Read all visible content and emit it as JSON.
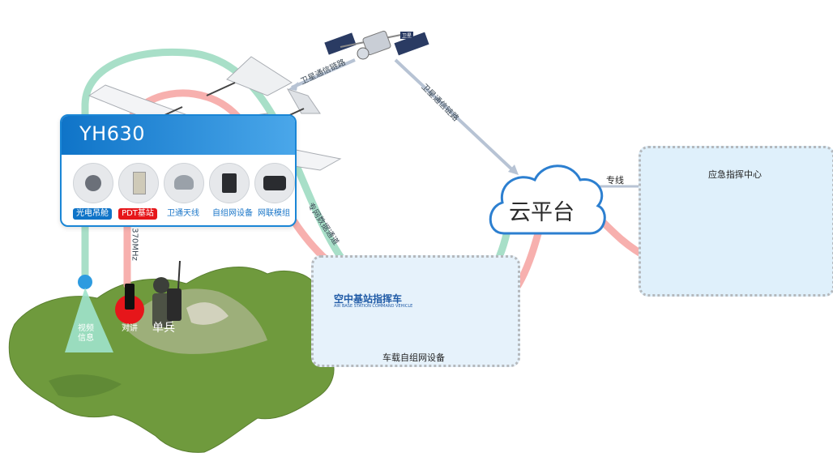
{
  "title": "YH630",
  "payloads": [
    {
      "label": "光电吊舱",
      "style": "blue",
      "icon": "gimbal-camera-icon"
    },
    {
      "label": "PDT基站",
      "style": "red",
      "icon": "base-station-icon"
    },
    {
      "label": "卫通天线",
      "style": "txt",
      "icon": "satcom-antenna-icon"
    },
    {
      "label": "自组网设备",
      "style": "txt",
      "icon": "mesh-radio-icon"
    },
    {
      "label": "网联模组",
      "style": "txt",
      "icon": "network-module-icon"
    }
  ],
  "links": {
    "satellite_uplink": "卫星通信链路",
    "satellite_downlink": "卫星通信链路",
    "dedicated_link": "专网数据通道",
    "leased_line": "专线",
    "frequency": "370MHz"
  },
  "cloud": "云平台",
  "vehicle_box": "车载自组网设备",
  "vehicle_livery": {
    "main": "空中基站指挥车",
    "sub": "AIR BASE STATION COMMAND VEHICLE"
  },
  "command_center": "应急指挥中心",
  "ground": {
    "video": "视频信息",
    "talk": "对讲",
    "soldier": "单兵"
  },
  "satellite_tag": "卫星"
}
